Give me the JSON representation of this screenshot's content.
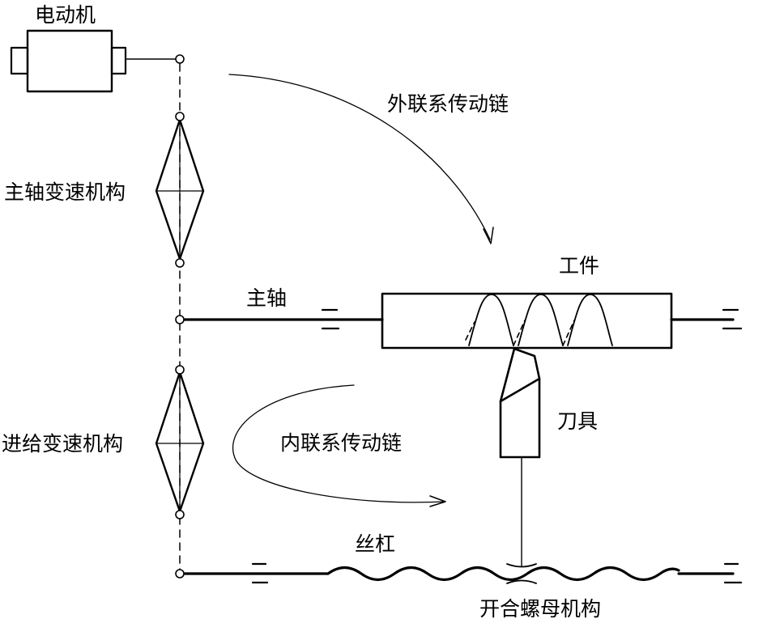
{
  "labels": {
    "motor": "电动机",
    "spindle_gearbox": "主轴变速机构",
    "feed_gearbox": "进给变速机构",
    "external_chain": "外联系传动链",
    "internal_chain": "内联系传动链",
    "workpiece": "工件",
    "spindle": "主轴",
    "tool": "刀具",
    "lead_screw": "丝杠",
    "half_nut": "开合螺母机构"
  },
  "colors": {
    "stroke": "#000000",
    "background": "#ffffff"
  }
}
